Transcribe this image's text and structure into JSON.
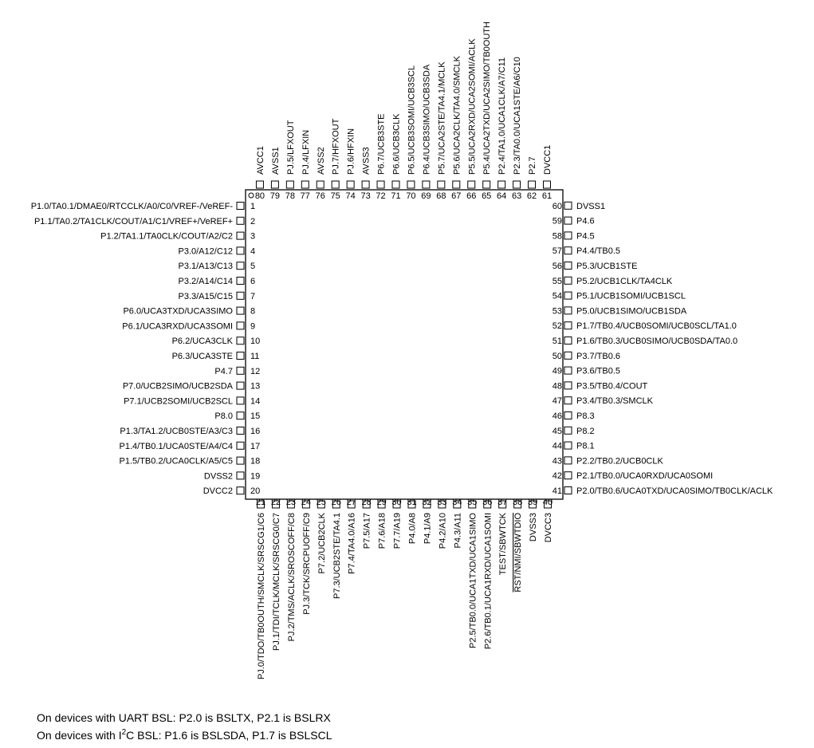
{
  "package": {
    "pin1_marker": "pin-1-marker-dot",
    "left_pins": [
      {
        "num": "1",
        "name": "P1.0/TA0.1/DMAE0/RTCCLK/A0/C0/VREF-/VeREF-"
      },
      {
        "num": "2",
        "name": "P1.1/TA0.2/TA1CLK/COUT/A1/C1/VREF+/VeREF+"
      },
      {
        "num": "3",
        "name": "P1.2/TA1.1/TA0CLK/COUT/A2/C2"
      },
      {
        "num": "4",
        "name": "P3.0/A12/C12"
      },
      {
        "num": "5",
        "name": "P3.1/A13/C13"
      },
      {
        "num": "6",
        "name": "P3.2/A14/C14"
      },
      {
        "num": "7",
        "name": "P3.3/A15/C15"
      },
      {
        "num": "8",
        "name": "P6.0/UCA3TXD/UCA3SIMO"
      },
      {
        "num": "9",
        "name": "P6.1/UCA3RXD/UCA3SOMI"
      },
      {
        "num": "10",
        "name": "P6.2/UCA3CLK"
      },
      {
        "num": "11",
        "name": "P6.3/UCA3STE"
      },
      {
        "num": "12",
        "name": "P4.7"
      },
      {
        "num": "13",
        "name": "P7.0/UCB2SIMO/UCB2SDA"
      },
      {
        "num": "14",
        "name": "P7.1/UCB2SOMI/UCB2SCL"
      },
      {
        "num": "15",
        "name": "P8.0"
      },
      {
        "num": "16",
        "name": "P1.3/TA1.2/UCB0STE/A3/C3"
      },
      {
        "num": "17",
        "name": "P1.4/TB0.1/UCA0STE/A4/C4"
      },
      {
        "num": "18",
        "name": "P1.5/TB0.2/UCA0CLK/A5/C5"
      },
      {
        "num": "19",
        "name": "DVSS2"
      },
      {
        "num": "20",
        "name": "DVCC2"
      }
    ],
    "bottom_pins": [
      {
        "num": "21",
        "name": "PJ.0/TDO/TB0OUTH/SMCLK/SRSCG1/C6"
      },
      {
        "num": "22",
        "name": "PJ.1/TDI/TCLK/MCLK/SRSCG0/C7"
      },
      {
        "num": "23",
        "name": "PJ.2/TMS/ACLK/SROSCOFF/C8"
      },
      {
        "num": "24",
        "name": "PJ.3/TCK/SRCPUOFF/C9"
      },
      {
        "num": "25",
        "name": "P7.2/UCB2CLK"
      },
      {
        "num": "26",
        "name": "P7.3/UCB2STE/TA4.1"
      },
      {
        "num": "27",
        "name": "P7.4/TA4.0/A16"
      },
      {
        "num": "28",
        "name": "P7.5/A17"
      },
      {
        "num": "29",
        "name": "P7.6/A18"
      },
      {
        "num": "30",
        "name": "P7.7/A19"
      },
      {
        "num": "31",
        "name": "P4.0/A8"
      },
      {
        "num": "32",
        "name": "P4.1/A9"
      },
      {
        "num": "33",
        "name": "P4.2/A10"
      },
      {
        "num": "34",
        "name": "P4.3/A11"
      },
      {
        "num": "35",
        "name": "P2.5/TB0.0/UCA1TXD/UCA1SIMO"
      },
      {
        "num": "36",
        "name": "P2.6/TB0.1/UCA1RXD/UCA1SOMI"
      },
      {
        "num": "37",
        "name": "TEST/SBWTCK"
      },
      {
        "num": "38",
        "name": "RST/NMI/SBWTDIO"
      },
      {
        "num": "39",
        "name": "DVSS3"
      },
      {
        "num": "40",
        "name": "DVCC3"
      }
    ],
    "right_pins": [
      {
        "num": "41",
        "name": "P2.0/TB0.6/UCA0TXD/UCA0SIMO/TB0CLK/ACLK"
      },
      {
        "num": "42",
        "name": "P2.1/TB0.0/UCA0RXD/UCA0SOMI"
      },
      {
        "num": "43",
        "name": "P2.2/TB0.2/UCB0CLK"
      },
      {
        "num": "44",
        "name": "P8.1"
      },
      {
        "num": "45",
        "name": "P8.2"
      },
      {
        "num": "46",
        "name": "P8.3"
      },
      {
        "num": "47",
        "name": "P3.4/TB0.3/SMCLK"
      },
      {
        "num": "48",
        "name": "P3.5/TB0.4/COUT"
      },
      {
        "num": "49",
        "name": "P3.6/TB0.5"
      },
      {
        "num": "50",
        "name": "P3.7/TB0.6"
      },
      {
        "num": "51",
        "name": "P1.6/TB0.3/UCB0SIMO/UCB0SDA/TA0.0"
      },
      {
        "num": "52",
        "name": "P1.7/TB0.4/UCB0SOMI/UCB0SCL/TA1.0"
      },
      {
        "num": "53",
        "name": "P5.0/UCB1SIMO/UCB1SDA"
      },
      {
        "num": "54",
        "name": "P5.1/UCB1SOMI/UCB1SCL"
      },
      {
        "num": "55",
        "name": "P5.2/UCB1CLK/TA4CLK"
      },
      {
        "num": "56",
        "name": "P5.3/UCB1STE"
      },
      {
        "num": "57",
        "name": "P4.4/TB0.5"
      },
      {
        "num": "58",
        "name": "P4.5"
      },
      {
        "num": "59",
        "name": "P4.6"
      },
      {
        "num": "60",
        "name": "DVSS1"
      }
    ],
    "top_pins": [
      {
        "num": "61",
        "name": "DVCC1"
      },
      {
        "num": "62",
        "name": "P2.7"
      },
      {
        "num": "63",
        "name": "P2.3/TA0.0/UCA1STE/A6/C10"
      },
      {
        "num": "64",
        "name": "P2.4/TA1.0/UCA1CLK/A7/C11"
      },
      {
        "num": "65",
        "name": "P5.4/UCA2TXD/UCA2SIMO/TB0OUTH"
      },
      {
        "num": "66",
        "name": "P5.5/UCA2RXD/UCA2SOMI/ACLK"
      },
      {
        "num": "67",
        "name": "P5.6/UCA2CLK/TA4.0/SMCLK"
      },
      {
        "num": "68",
        "name": "P5.7/UCA2STE/TA4.1/MCLK"
      },
      {
        "num": "69",
        "name": "P6.4/UCB3SIMO/UCB3SDA"
      },
      {
        "num": "70",
        "name": "P6.5/UCB3SOMI/UCB3SCL"
      },
      {
        "num": "71",
        "name": "P6.6/UCB3CLK"
      },
      {
        "num": "72",
        "name": "P6.7/UCB3STE"
      },
      {
        "num": "73",
        "name": "AVSS3"
      },
      {
        "num": "74",
        "name": "PJ.6/HFXIN"
      },
      {
        "num": "75",
        "name": "PJ.7/HFXOUT"
      },
      {
        "num": "76",
        "name": "AVSS2"
      },
      {
        "num": "77",
        "name": "PJ.4/LFXIN"
      },
      {
        "num": "78",
        "name": "PJ.5/LFXOUT"
      },
      {
        "num": "79",
        "name": "AVSS1"
      },
      {
        "num": "80",
        "name": "AVCC1"
      }
    ]
  },
  "notes": {
    "uart_prefix": "On devices with UART BSL: P2.0 is BSLTX, P2.1 is BSLRX",
    "i2c_prefix": "On devices with I",
    "i2c_sup": "2",
    "i2c_rest": "C BSL: P1.6 is BSLSDA, P1.7 is BSLSCL"
  }
}
